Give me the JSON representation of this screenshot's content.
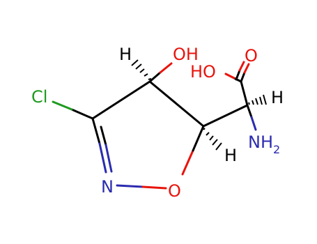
{
  "molecule": {
    "atoms": {
      "cl": "Cl",
      "n_ring": "N",
      "o_ring": "O",
      "oh_hydroxyl": "OH",
      "h_c4": "H",
      "h_c5": "H",
      "h_alpha": "H",
      "o_carbonyl": "O",
      "ho_acid": "HO",
      "nh2_main": "NH",
      "nh2_sub": "2"
    },
    "colors": {
      "bond": "#000000",
      "chlorine": "#1e9a1e",
      "nitrogen": "#2b2bb0",
      "oxygen": "#e8140c"
    }
  }
}
